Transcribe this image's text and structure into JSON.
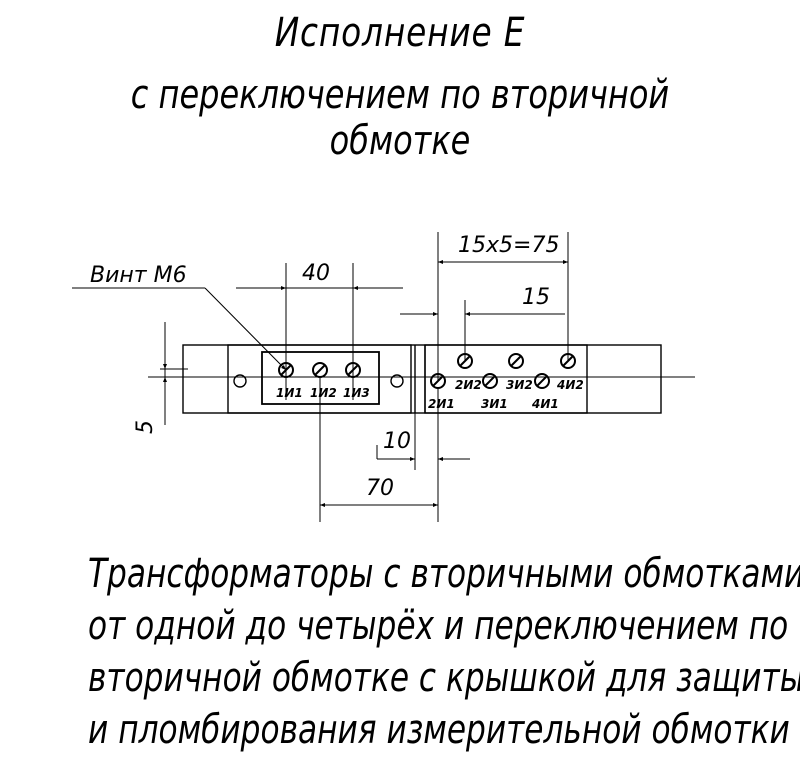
{
  "title": "Исполнение Е",
  "subtitle": "с переключением по вторичной обмотке",
  "callout": "Винт М6",
  "dimensions": {
    "d40": "40",
    "d15x5": "15х5=75",
    "d15": "15",
    "d5": "5",
    "d10": "10",
    "d70": "70"
  },
  "terminals": {
    "t1i1": "1И1",
    "t1i2": "1И2",
    "t1i3": "1И3",
    "t2i1": "2И1",
    "t2i2": "2И2",
    "t3i1": "3И1",
    "t3i2": "3И2",
    "t4i1": "4И1",
    "t4i2": "4И2"
  },
  "caption": [
    "Трансформаторы  с вторичными обмотками",
    "от одной до четырёх и переключением по",
    "вторичной обмотке с крышкой для защиты",
    "и пломбирования измерительной обмотки"
  ]
}
